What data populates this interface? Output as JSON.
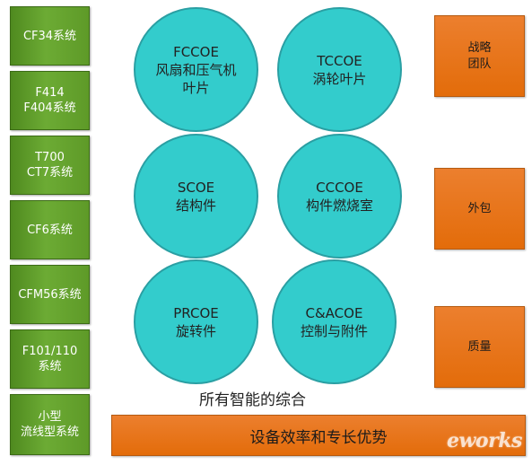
{
  "systems": [
    "CF34系统",
    "F414\nF404系统",
    "T700\nCT7系统",
    "CF6系统",
    "CFM56系统",
    "F101/110\n系统",
    "小型\n流线型系统"
  ],
  "coes": [
    "FCCOE\n风扇和压气机叶片",
    "TCCOE\n涡轮叶片",
    "SCOE\n结构件",
    "CCCOE\n构件燃烧室",
    "PRCOE\n旋转件",
    "C&ACOE\n控制与附件"
  ],
  "sides": [
    "战略\n团队",
    "外包",
    "质量"
  ],
  "caption": "所有智能的综合",
  "bottom_bar": "设备效率和专长优势",
  "watermark": "eworks",
  "colors": {
    "system_green": "#6cab34",
    "coe_teal": "#33cccc",
    "accent_orange": "#e36c0a"
  }
}
